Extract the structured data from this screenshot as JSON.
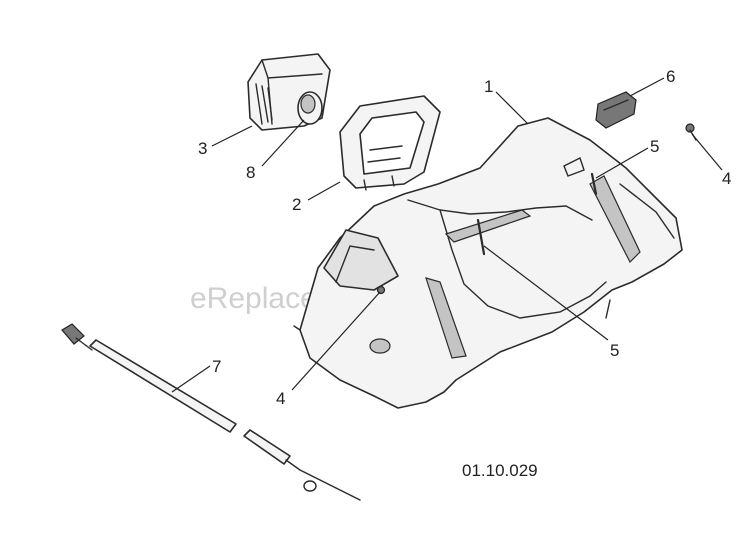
{
  "watermark": "eReplacementParts.com",
  "drawing_code": "01.10.029",
  "callouts": {
    "c1": "1",
    "c2": "2",
    "c3": "3",
    "c4a": "4",
    "c4b": "4",
    "c5a": "5",
    "c5b": "5",
    "c6": "6",
    "c7": "7",
    "c8": "8"
  }
}
